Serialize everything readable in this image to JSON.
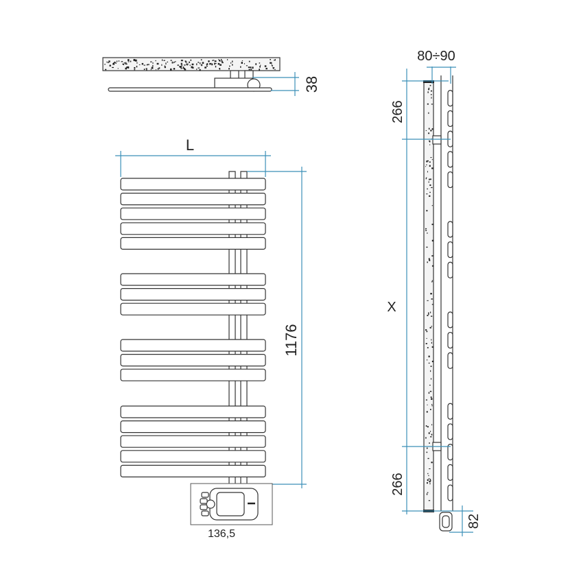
{
  "labels": {
    "depth": "38",
    "width": "L",
    "height": "1176",
    "control_width": "136,5",
    "wall_distance": "80÷90",
    "top_offset": "266",
    "bottom_offset": "266",
    "axis_distance": "X",
    "control_height": "82"
  },
  "colors": {
    "dimension_lines": "#3b8fb8",
    "outline": "#333333"
  },
  "bar_groups": [
    5,
    3,
    3,
    5
  ]
}
